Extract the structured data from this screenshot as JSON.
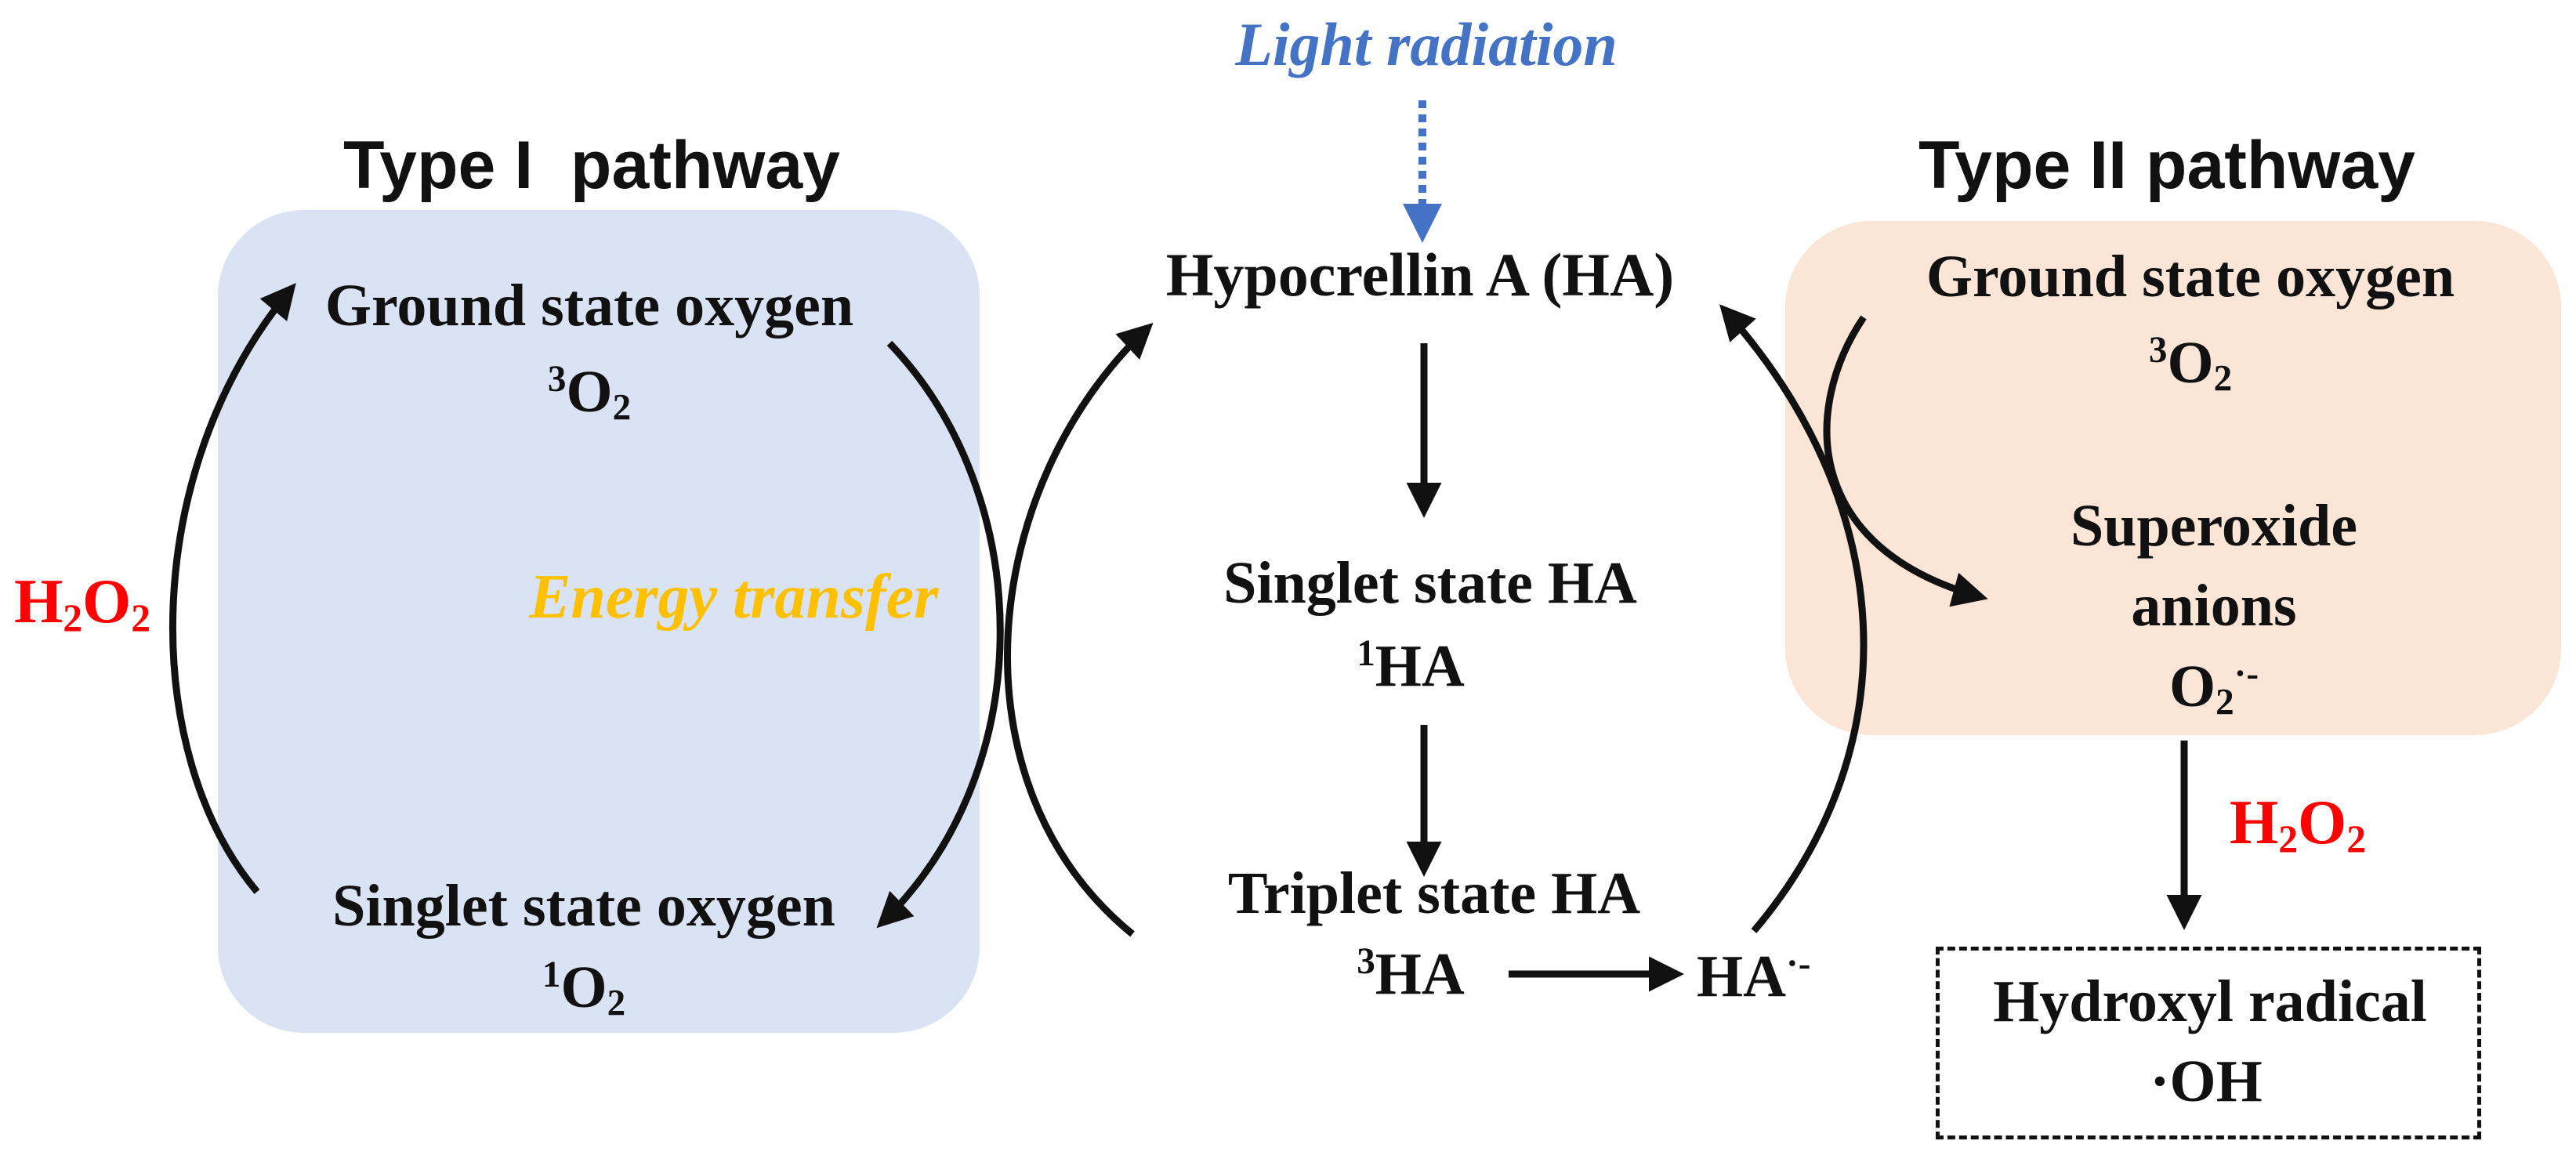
{
  "light_radiation": "Light radiation",
  "type1": {
    "heading": "Type I  pathway",
    "ground": {
      "label": "Ground state oxygen",
      "sup": "3",
      "formula": "O",
      "sub": "2"
    },
    "singlet": {
      "label": "Singlet state oxygen",
      "sup": "1",
      "formula": "O",
      "sub": "2"
    },
    "h2o2": {
      "h1": "H",
      "s1": "2",
      "h2": "O",
      "s2": "2"
    },
    "energy_transfer": "Energy transfer"
  },
  "center": {
    "ha": "Hypocrellin A (HA)",
    "singlet": {
      "label": "Singlet state HA",
      "sup": "1",
      "formula": "HA"
    },
    "triplet": {
      "label": "Triplet state HA",
      "sup": "3",
      "formula": "HA"
    },
    "ha_radical": {
      "formula": "HA",
      "sup": "·-"
    }
  },
  "type2": {
    "heading": "Type II pathway",
    "ground": {
      "label": "Ground state oxygen",
      "sup": "3",
      "formula": "O",
      "sub": "2"
    },
    "superoxide": {
      "line1": "Superoxide",
      "line2": "anions",
      "formula": "O",
      "sub": "2",
      "sup": "·-"
    },
    "h2o2": {
      "h1": "H",
      "s1": "2",
      "h2": "O",
      "s2": "2"
    },
    "hydroxyl": {
      "label": "Hydroxyl radical",
      "formula": "·OH"
    }
  },
  "colors": {
    "type1_panel": "#dae3f3",
    "type2_panel": "#fbe5d6",
    "light": "#4472c4",
    "energy": "#ffc000",
    "h2o2": "#ff0000",
    "ink": "#111111"
  }
}
